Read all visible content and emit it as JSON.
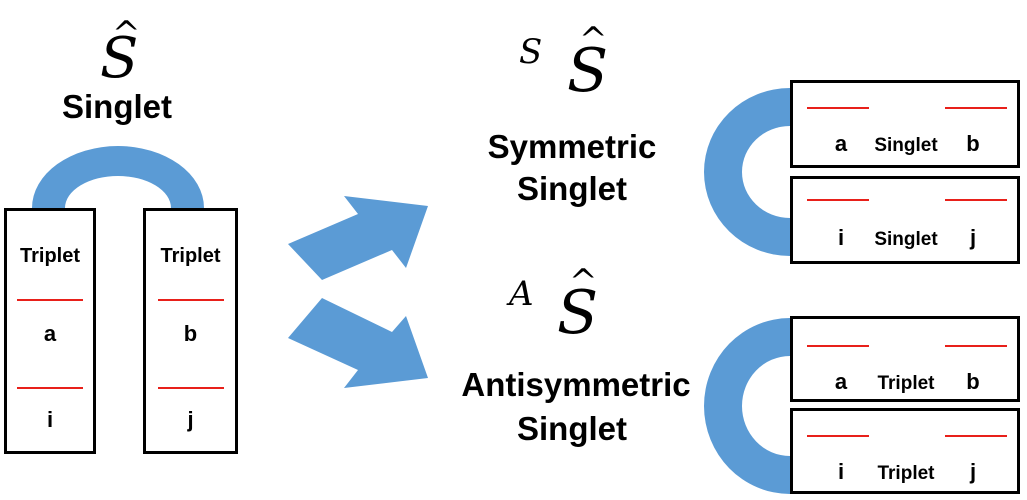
{
  "left": {
    "operator_symbol": "S",
    "title": "Singlet",
    "box_left": {
      "header": "Triplet",
      "orbital_top": "a",
      "orbital_bottom": "i"
    },
    "box_right": {
      "header": "Triplet",
      "orbital_top": "b",
      "orbital_bottom": "j"
    }
  },
  "symmetric": {
    "superscript": "S",
    "operator_symbol": "S",
    "title_line1": "Symmetric",
    "title_line2": "Singlet",
    "pair_top": {
      "left": "a",
      "mid": "Singlet",
      "right": "b"
    },
    "pair_bottom": {
      "left": "i",
      "mid": "Singlet",
      "right": "j"
    }
  },
  "antisymmetric": {
    "superscript": "A",
    "operator_symbol": "S",
    "title_line1": "Antisymmetric",
    "title_line2": "Singlet",
    "pair_top": {
      "left": "a",
      "mid": "Triplet",
      "right": "b"
    },
    "pair_bottom": {
      "left": "i",
      "mid": "Triplet",
      "right": "j"
    }
  },
  "colors": {
    "arc_blue": "#5b9bd5",
    "arrow_blue": "#5b9bd5",
    "level_red": "#e8201a",
    "box_border": "#000000"
  }
}
